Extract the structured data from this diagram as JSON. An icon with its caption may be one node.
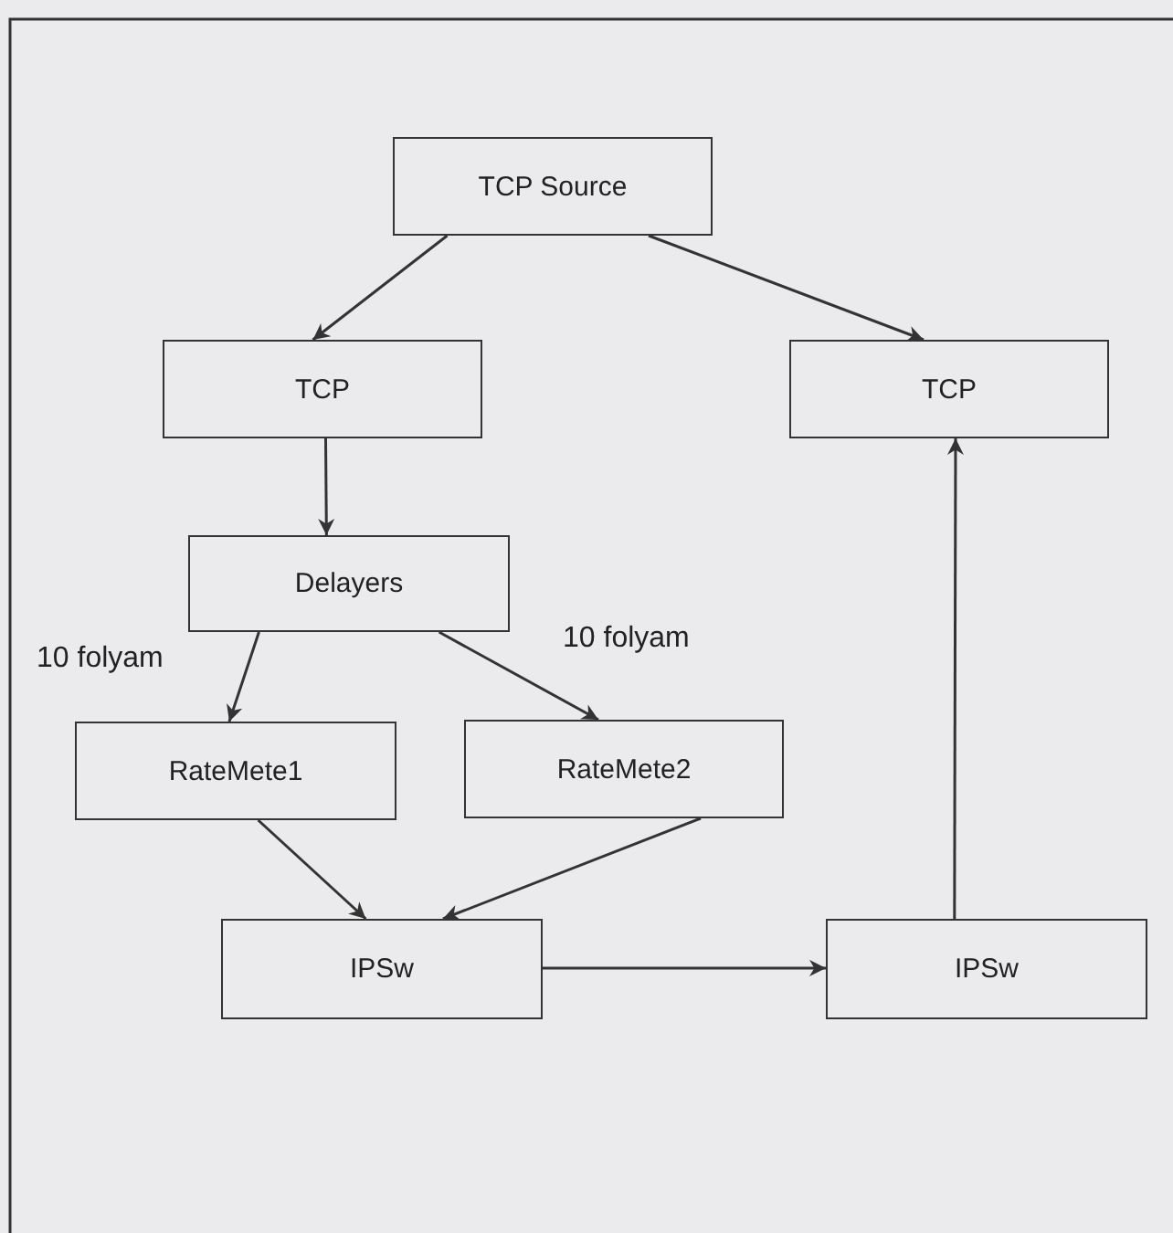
{
  "diagram": {
    "nodes": [
      {
        "text": [
          "TCP Source"
        ]
      },
      {
        "text": [
          "TCP"
        ]
      },
      {
        "text": [
          "TCP"
        ]
      },
      {
        "text": [
          "Delayers"
        ]
      },
      {
        "text": [
          "RateMete1"
        ]
      },
      {
        "text": [
          "RateMete2"
        ]
      },
      {
        "text": [
          "IPSw"
        ]
      },
      {
        "text": [
          "IPSw"
        ]
      }
    ],
    "edges": [
      {
        "from": 0,
        "to": 1,
        "arrow": "to"
      },
      {
        "from": 0,
        "to": 2,
        "arrow": "to"
      },
      {
        "from": 1,
        "to": 3,
        "arrow": "to"
      },
      {
        "from": 3,
        "to": 4,
        "arrow": "to",
        "label": "10 folyam"
      },
      {
        "from": 3,
        "to": 5,
        "arrow": "to",
        "label": "10 folyam"
      },
      {
        "from": 4,
        "to": 6,
        "arrow": "to"
      },
      {
        "from": 5,
        "to": 6,
        "arrow": "to"
      },
      {
        "from": 6,
        "to": 7,
        "arrow": "to"
      },
      {
        "from": 7,
        "to": 2,
        "arrow": "to"
      }
    ]
  }
}
